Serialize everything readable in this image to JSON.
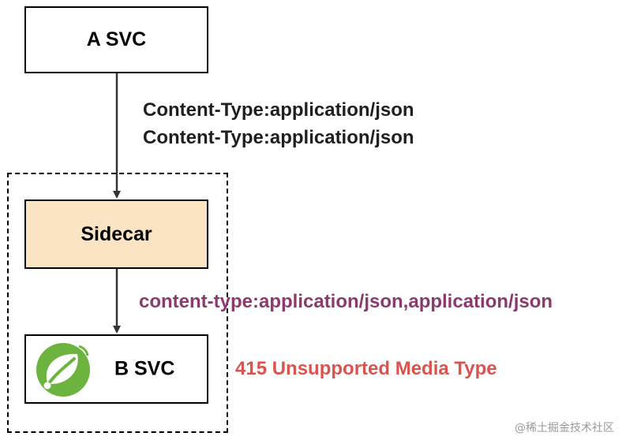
{
  "nodes": {
    "a": {
      "label": "A SVC"
    },
    "sidecar": {
      "label": "Sidecar"
    },
    "b": {
      "label": "B SVC"
    }
  },
  "headers": {
    "a_to_sidecar_line1": "Content-Type:application/json",
    "a_to_sidecar_line2": "Content-Type:application/json",
    "sidecar_to_b": "content-type:application/json,application/json"
  },
  "error": "415 Unsupported Media Type",
  "watermark": "@稀土掘金技术社区",
  "icons": {
    "b_svc": "spring-leaf-icon"
  },
  "colors": {
    "sidecar_fill": "#fbe4c3",
    "merged_header": "#8b3a6e",
    "error": "#d9534f",
    "spring_green": "#6db33f"
  }
}
